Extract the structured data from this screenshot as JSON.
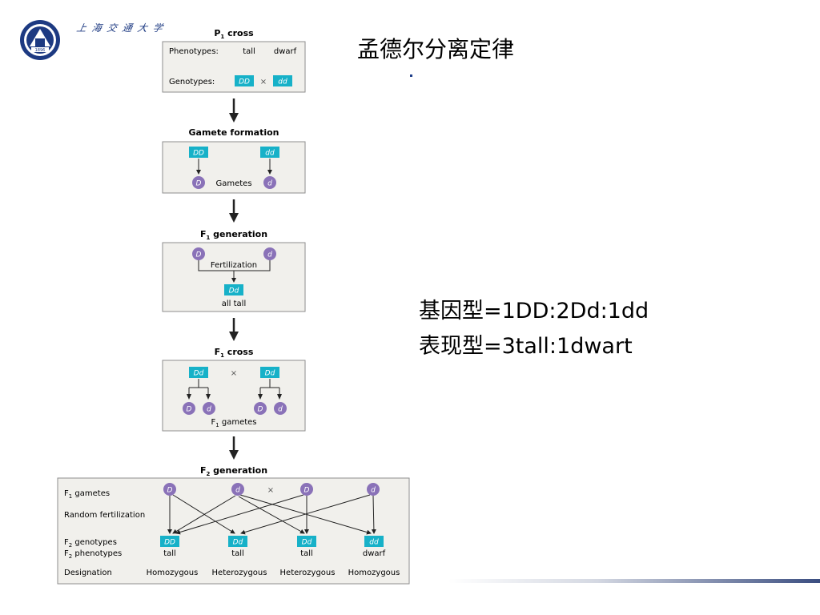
{
  "slide": {
    "title": "孟德尔分离定律",
    "genotype_ratio": "基因型=1DD:2Dd:1dd",
    "phenotype_ratio": "表现型=3tall:1dwart"
  },
  "logo": {
    "icon": "university-seal-icon",
    "seal_year": "1896",
    "colors": {
      "primary": "#1d3a82",
      "accent": "#e2c23a"
    }
  },
  "colors": {
    "genotype_box": "#17b1c8",
    "gamete_circle": "#8a72b8",
    "panel_bg": "#f1f0ec",
    "panel_border": "#8e8e8e",
    "footer_accent": "#3a4d80"
  },
  "diagram": {
    "p1": {
      "heading_main": "P",
      "heading_sub": "1",
      "heading_rest": " cross",
      "phenotypes_label": "Phenotypes:",
      "pheno_a": "tall",
      "pheno_b": "dwarf",
      "genotypes_label": "Genotypes:",
      "geno_a": "DD",
      "cross_symbol": "×",
      "geno_b": "dd"
    },
    "gamete_formation": {
      "heading": "Gamete formation",
      "geno_a": "DD",
      "geno_b": "dd",
      "gamete_a": "D",
      "gamete_b": "d",
      "gametes_label": "Gametes"
    },
    "f1_generation": {
      "heading_main": "F",
      "heading_sub": "1",
      "heading_rest": " generation",
      "gamete_a": "D",
      "gamete_b": "d",
      "fertilization_label": "Fertilization",
      "offspring": "Dd",
      "offspring_phenotype": "all tall"
    },
    "f1_cross": {
      "heading_main": "F",
      "heading_sub": "1",
      "heading_rest": " cross",
      "parent_a": "Dd",
      "cross_symbol": "×",
      "parent_b": "Dd",
      "gametes": [
        "D",
        "d",
        "D",
        "d"
      ],
      "gametes_label_main": "F",
      "gametes_label_sub": "1",
      "gametes_label_rest": " gametes"
    },
    "f2_generation": {
      "heading_main": "F",
      "heading_sub": "2",
      "heading_rest": " generation",
      "row_gametes_main": "F",
      "row_gametes_sub": "1",
      "row_gametes_rest": " gametes",
      "row_random": "Random fertilization",
      "row_genotypes_main": "F",
      "row_genotypes_sub": "2",
      "row_genotypes_rest": " genotypes",
      "row_phenotypes_main": "F",
      "row_phenotypes_sub": "2",
      "row_phenotypes_rest": " phenotypes",
      "row_designation": "Designation",
      "gametes": [
        "D",
        "d",
        "D",
        "d"
      ],
      "cross_symbol": "×",
      "genotypes": [
        "DD",
        "Dd",
        "Dd",
        "dd"
      ],
      "phenotypes": [
        "tall",
        "tall",
        "tall",
        "dwarf"
      ],
      "designations": [
        "Homozygous",
        "Heterozygous",
        "Heterozygous",
        "Homozygous"
      ]
    }
  }
}
